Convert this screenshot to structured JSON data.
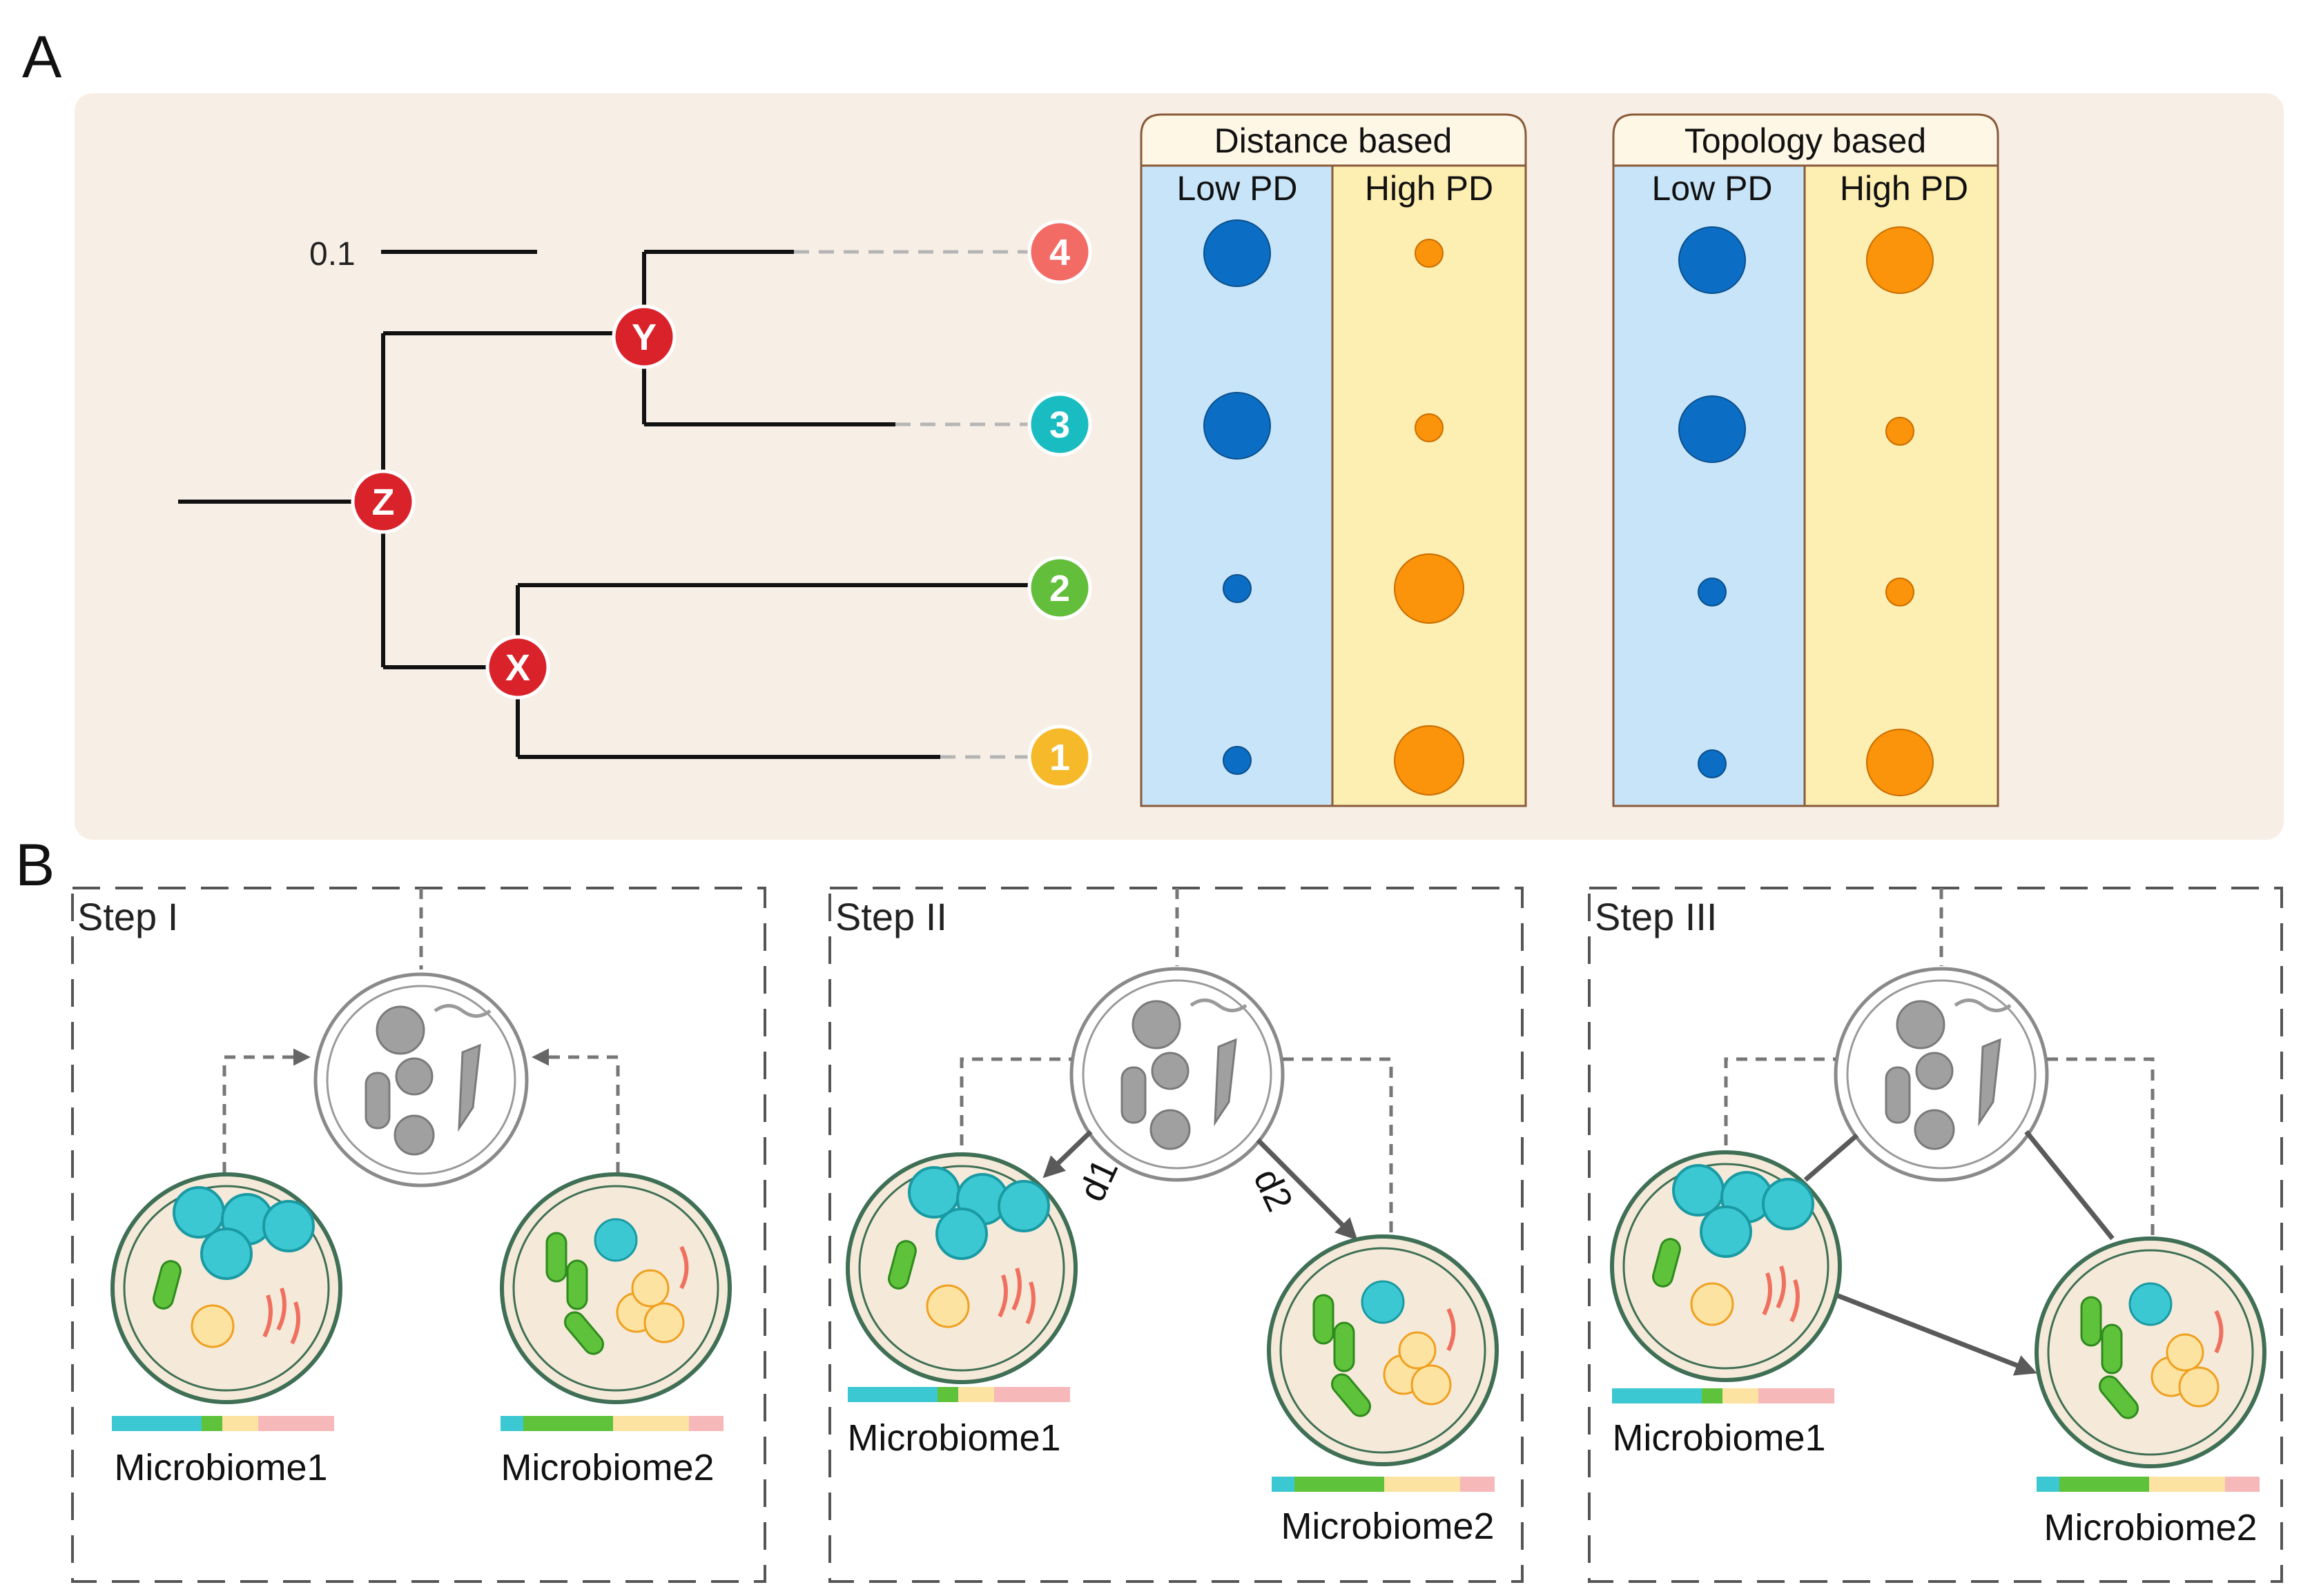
{
  "panels": {
    "a": "A",
    "b": "B"
  },
  "tree": {
    "scale_bar": "0.1",
    "internal_nodes": [
      "Z",
      "Y",
      "X"
    ],
    "tips": [
      "4",
      "3",
      "2",
      "1"
    ]
  },
  "comparison_boxes": [
    {
      "title": "Distance based",
      "columns": [
        "Low PD",
        "High PD"
      ],
      "circles_low": [
        1,
        1,
        0.3,
        0.3
      ],
      "circles_high": [
        0.3,
        0.3,
        1,
        1
      ]
    },
    {
      "title": "Topology based",
      "columns": [
        "Low PD",
        "High PD"
      ],
      "circles_low": [
        1,
        1,
        0.3,
        0.3
      ],
      "circles_high": [
        1,
        0.3,
        0.3,
        1
      ]
    }
  ],
  "steps": [
    {
      "label": "Step I",
      "microbiomes": [
        "Microbiome1",
        "Microbiome2"
      ]
    },
    {
      "label": "Step II",
      "microbiomes": [
        "Microbiome1",
        "Microbiome2"
      ],
      "distances": [
        "d1",
        "d2"
      ]
    },
    {
      "label": "Step III",
      "microbiomes": [
        "Microbiome1",
        "Microbiome2"
      ]
    }
  ],
  "colors": {
    "panel_bg": "#f7efe6",
    "low_bg": "#c8e4f8",
    "high_bg": "#fdeeb1",
    "blue": "#0b6ec4",
    "orange": "#fb930b",
    "node_red": "#d9222a",
    "tip4": "#f26b65",
    "tip3": "#19bcc1",
    "tip2": "#62be3b",
    "tip1": "#f6b92a",
    "dish": "#f5ead9",
    "cyan": "#3cc8d2",
    "green": "#5ec23a",
    "yellow": "#fde3a2",
    "pink": "#f6b8b9"
  }
}
